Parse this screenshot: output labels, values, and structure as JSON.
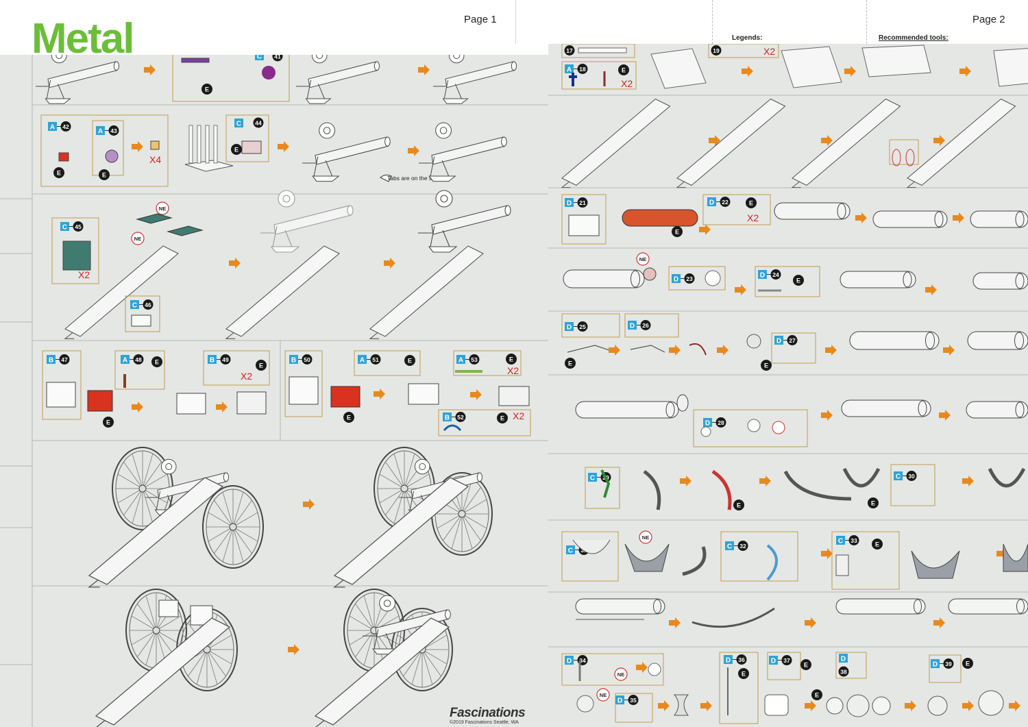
{
  "brand": {
    "name": "Metal"
  },
  "pages": [
    {
      "label": "Page 1"
    },
    {
      "label": "Page 2"
    }
  ],
  "legends_label": "Legends:",
  "tools_label": "Recommended tools:",
  "footer": {
    "brand": "Fascinations",
    "copyright": "©2019 Fascinations Seattle, WA"
  },
  "colors": {
    "logo": "#6cbe3a",
    "sheet": "#e4e7e4",
    "frame": "#c8a86a",
    "arrow": "#e8891e",
    "sheet_blue": "#2fa3d6",
    "callout": "#1a1a1a",
    "red_part": "#d9331f",
    "orange_part": "#d7542c"
  },
  "notes": {
    "tabs": "Tabs are on the side"
  },
  "markers": {
    "e": "E",
    "ne": "NE",
    "x2": "X2",
    "x4": "X4"
  },
  "page1_steps": [
    {
      "sheet": "C",
      "num": "41"
    },
    {
      "sheet": "A",
      "num": "42"
    },
    {
      "sheet": "A",
      "num": "43"
    },
    {
      "sheet": "C",
      "num": "44"
    },
    {
      "sheet": "C",
      "num": "45"
    },
    {
      "sheet": "C",
      "num": "46"
    },
    {
      "sheet": "B",
      "num": "47"
    },
    {
      "sheet": "A",
      "num": "48"
    },
    {
      "sheet": "B",
      "num": "49"
    },
    {
      "sheet": "B",
      "num": "50"
    },
    {
      "sheet": "A",
      "num": "51"
    },
    {
      "sheet": "B",
      "num": "52"
    },
    {
      "sheet": "A",
      "num": "53"
    }
  ],
  "page2_steps": [
    {
      "sheet": "",
      "num": "17"
    },
    {
      "sheet": "A",
      "num": "18"
    },
    {
      "sheet": "",
      "num": "19"
    },
    {
      "sheet": "D",
      "num": "21"
    },
    {
      "sheet": "D",
      "num": "22"
    },
    {
      "sheet": "D",
      "num": "23"
    },
    {
      "sheet": "D",
      "num": "24"
    },
    {
      "sheet": "D",
      "num": "25"
    },
    {
      "sheet": "D",
      "num": "26"
    },
    {
      "sheet": "D",
      "num": "27"
    },
    {
      "sheet": "D",
      "num": "28"
    },
    {
      "sheet": "C",
      "num": "29"
    },
    {
      "sheet": "C",
      "num": "30"
    },
    {
      "sheet": "C",
      "num": "31"
    },
    {
      "sheet": "C",
      "num": "32"
    },
    {
      "sheet": "C",
      "num": "33"
    },
    {
      "sheet": "D",
      "num": "34"
    },
    {
      "sheet": "D",
      "num": "35"
    },
    {
      "sheet": "D",
      "num": "36"
    },
    {
      "sheet": "D",
      "num": "37"
    },
    {
      "sheet": "D",
      "num": "38"
    },
    {
      "sheet": "D",
      "num": "39"
    }
  ]
}
